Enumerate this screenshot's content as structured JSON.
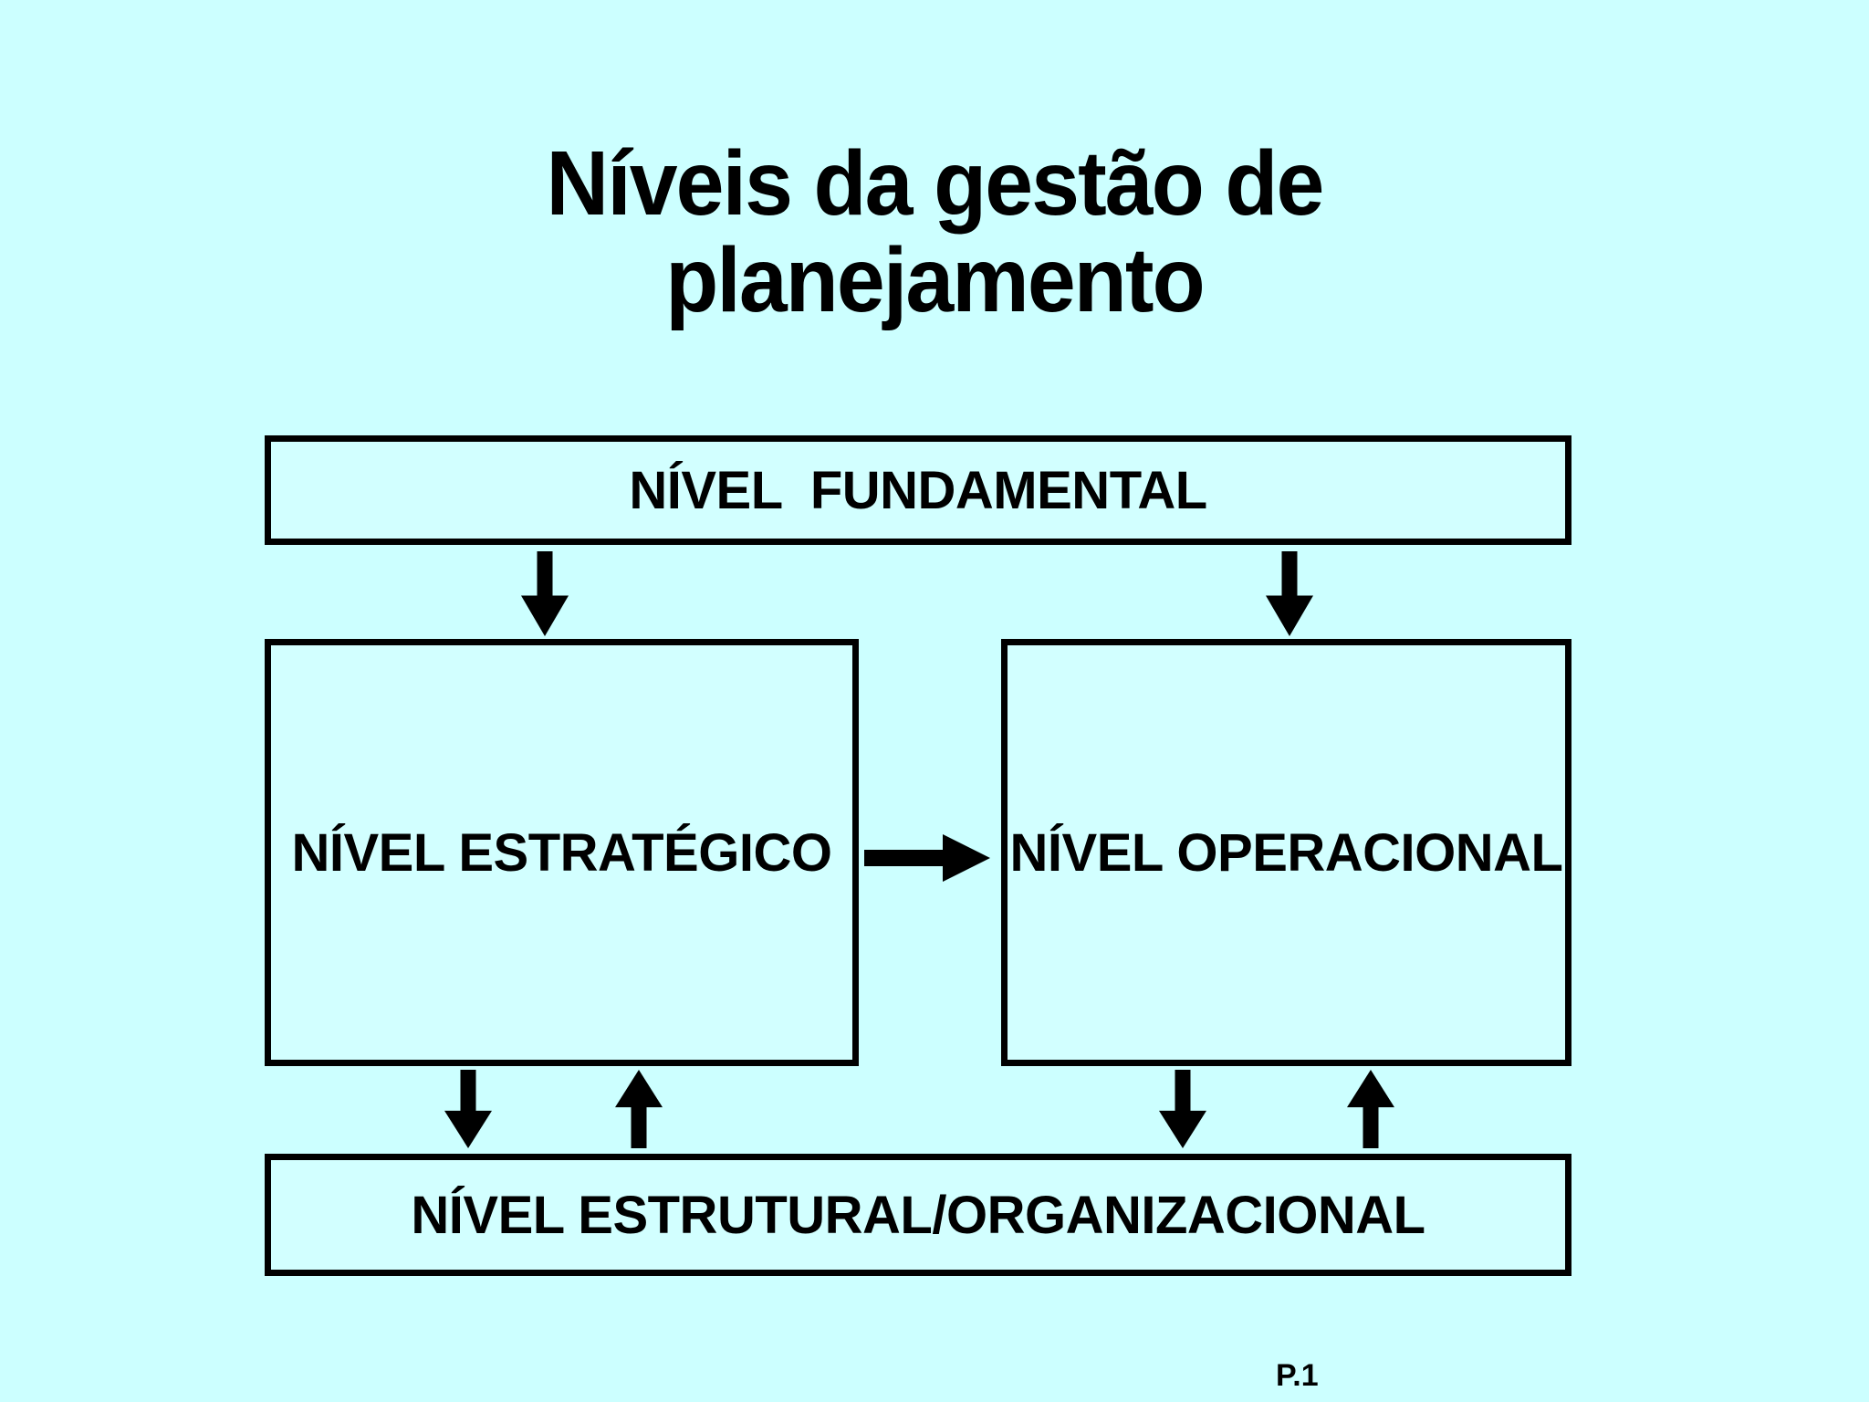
{
  "slide": {
    "title_line1": "Níveis da gestão de",
    "title_line2": "planejamento",
    "page_number": "P.1"
  },
  "diagram": {
    "fundamental_label": "NÍVEL  FUNDAMENTAL",
    "estrategico_label": "NÍVEL ESTRATÉGICO",
    "operacional_label": "NÍVEL OPERACIONAL",
    "estrutural_label": "NÍVEL ESTRUTURAL/ORGANIZACIONAL",
    "flow": [
      "fundamental -> estrategico",
      "fundamental -> operacional",
      "estrategico -> operacional",
      "estrategico <-> estrutural",
      "operacional <-> estrutural"
    ]
  },
  "colors": {
    "background": "#ccffff",
    "box_fill": "#d2ffff",
    "line": "#000000",
    "text": "#000000"
  }
}
